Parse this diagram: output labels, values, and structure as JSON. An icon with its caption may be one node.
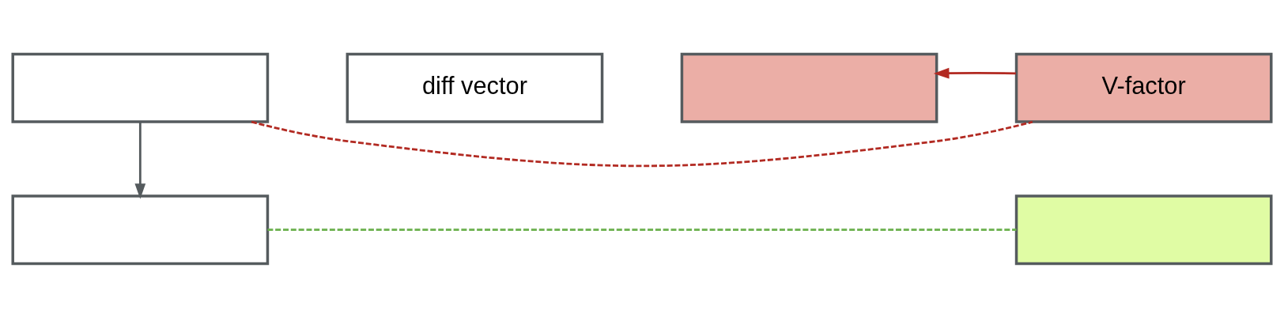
{
  "diagram": {
    "nodes": [
      {
        "text": [],
        "shape": "box"
      },
      {
        "text": [],
        "shape": "box"
      },
      {
        "text": [
          "diff vector"
        ]
      },
      {
        "text": [],
        "shape": "box"
      },
      {
        "text": [
          "V-factor"
        ]
      },
      {
        "text": [],
        "shape": "box"
      }
    ],
    "edges": [
      {
        "from": 0,
        "to": 4,
        "arrow": "none",
        "style": "dashed",
        "color": "#b22a22"
      },
      {
        "from": 0,
        "to": 1,
        "arrow": "to",
        "color": "#555b5e"
      },
      {
        "from": 4,
        "to": 3,
        "arrow": "to",
        "color": "#b22a22"
      },
      {
        "from": 1,
        "to": 5,
        "arrow": "none",
        "style": "dashed",
        "color": "#6ab04c"
      }
    ]
  }
}
